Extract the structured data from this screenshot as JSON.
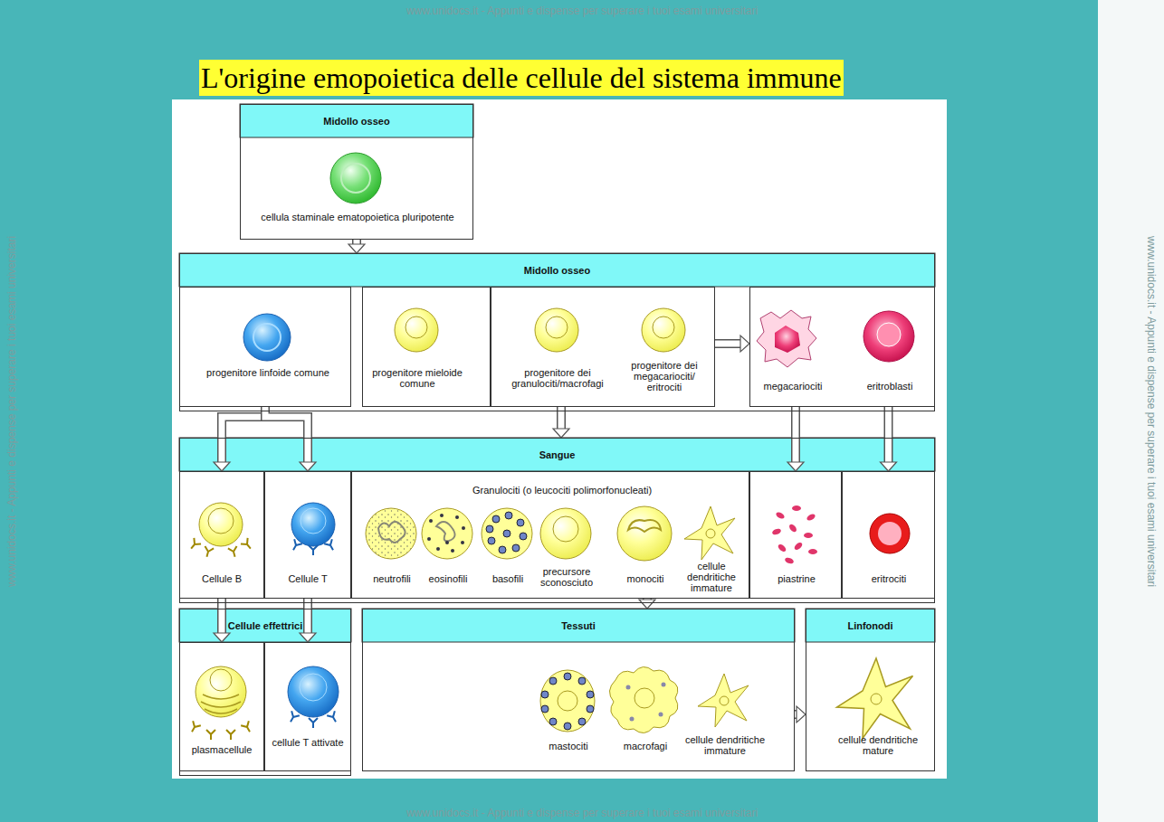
{
  "diagram": {
    "title": "L'origine emopoietica delle cellule del sistema immune",
    "nodes": [
      {
        "text": [
          "Midollo osseo",
          "cellula staminale ematopoietica pluripotente"
        ]
      },
      {
        "text": [
          "Midollo osseo"
        ]
      },
      {
        "text": [
          "progenitore linfoide comune"
        ],
        "in": 1
      },
      {
        "text": [
          "progenitore mieloide comune"
        ],
        "in": 1
      },
      {
        "text": [
          "progenitore dei granulociti/macrofagi",
          "progenitore dei megacariociti/ eritrociti"
        ],
        "in": 1
      },
      {
        "text": [
          "megacariociti",
          "eritroblasti"
        ],
        "in": 1
      },
      {
        "text": [
          "Sangue"
        ]
      },
      {
        "text": [
          "Cellule B"
        ],
        "in": 6
      },
      {
        "text": [
          "Cellule T"
        ],
        "in": 6
      },
      {
        "text": [
          "Granulociti (o leucociti polimorfonucleati)",
          "neutrofili",
          "eosinofili",
          "basofili",
          "precursore sconosciuto",
          "monociti",
          "cellule dendritiche immature"
        ],
        "in": 6
      },
      {
        "text": [
          "piastrine"
        ],
        "in": 6
      },
      {
        "text": [
          "eritrociti"
        ],
        "in": 6
      },
      {
        "text": [
          "Cellule effettrici"
        ]
      },
      {
        "text": [
          "plasmacellule"
        ],
        "in": 12
      },
      {
        "text": [
          "cellule T attivate"
        ],
        "in": 12
      },
      {
        "text": [
          "Tessuti",
          "mastociti",
          "macrofagi",
          "cellule dendritiche immature"
        ]
      },
      {
        "text": [
          "Linfonodi",
          "cellule dendritiche mature"
        ]
      }
    ],
    "edges": [
      {
        "from": 0,
        "to": 1,
        "arrow": "to"
      },
      {
        "from": 2,
        "to": 7,
        "arrow": "to"
      },
      {
        "from": 2,
        "to": 8,
        "arrow": "to"
      },
      {
        "from": 3,
        "to": 4,
        "arrow": "to"
      },
      {
        "from": 4,
        "to": 5,
        "arrow": "to"
      },
      {
        "from": 4,
        "to": 6,
        "arrow": "to"
      },
      {
        "from": 5,
        "to": 10,
        "arrow": "to"
      },
      {
        "from": 5,
        "to": 11,
        "arrow": "to"
      },
      {
        "from": 7,
        "to": 13,
        "arrow": "to"
      },
      {
        "from": 8,
        "to": 14,
        "arrow": "to"
      },
      {
        "from": 9,
        "to": 15,
        "arrow": "to"
      },
      {
        "from": 15,
        "to": 16,
        "arrow": "to"
      }
    ],
    "labels": [
      "www.unidocs.it - Appunti e dispense per superare i tuoi esami universitari",
      "www.unidocs.it - Appunti e dispense per superare i tuoi esami universitari",
      "www.unidocs.it - Appunti e dispense per superare i tuoi esami universitari",
      "www.unidocs.it - Appunti e dispense per superare i tuoi esami universitari"
    ]
  }
}
